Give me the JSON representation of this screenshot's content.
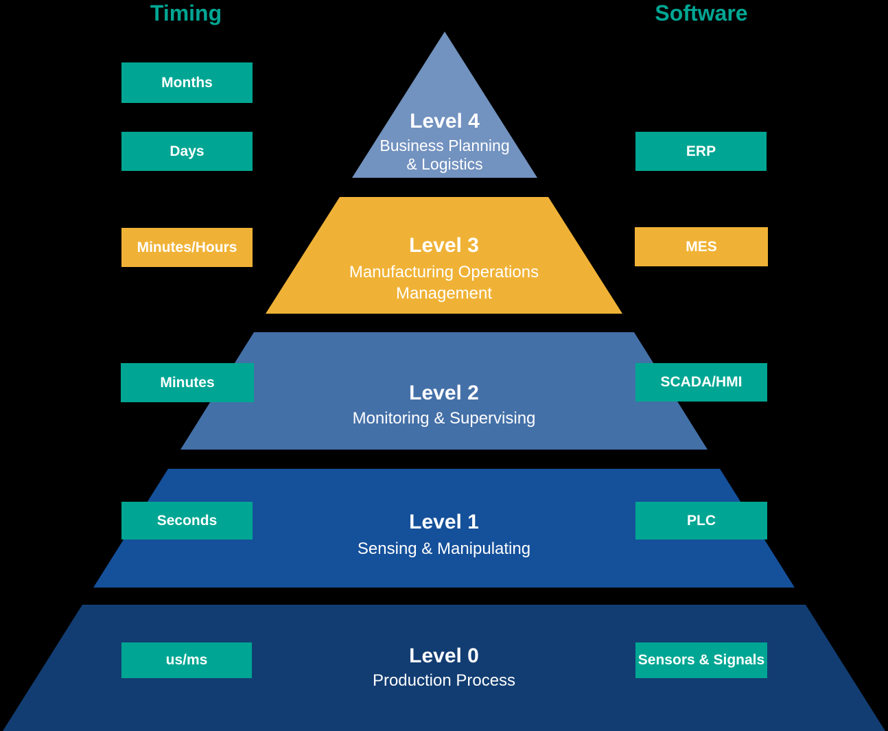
{
  "headers": {
    "left": "Timing",
    "right": "Software"
  },
  "colors": {
    "teal": "#00A693",
    "yellow": "#F0B236",
    "level4_blue": "#7292BF",
    "level2_blue": "#4470A8",
    "level1_blue": "#15509A",
    "level0_blue": "#123D72",
    "text": "#FFFFFF",
    "background": "#000000"
  },
  "levels": [
    {
      "name": "Level 4",
      "desc_lines": [
        "Business Planning",
        "& Logistics"
      ],
      "color": "#7292BF"
    },
    {
      "name": "Level 3",
      "desc_lines": [
        "Manufacturing Operations",
        "Management"
      ],
      "color": "#F0B236"
    },
    {
      "name": "Level 2",
      "desc_lines": [
        "Monitoring & Supervising"
      ],
      "color": "#4470A8"
    },
    {
      "name": "Level 1",
      "desc_lines": [
        "Sensing & Manipulating"
      ],
      "color": "#15509A"
    },
    {
      "name": "Level 0",
      "desc_lines": [
        "Production Process"
      ],
      "color": "#123D72"
    }
  ],
  "timing_badges": [
    {
      "label": "Months",
      "color": "#00A693"
    },
    {
      "label": "Days",
      "color": "#00A693"
    },
    {
      "label": "Minutes/Hours",
      "color": "#F0B236"
    },
    {
      "label": "Minutes",
      "color": "#00A693"
    },
    {
      "label": "Seconds",
      "color": "#00A693"
    },
    {
      "label": "us/ms",
      "color": "#00A693"
    }
  ],
  "software_badges": [
    {
      "label": "ERP",
      "color": "#00A693"
    },
    {
      "label": "MES",
      "color": "#F0B236"
    },
    {
      "label": "SCADA/HMI",
      "color": "#00A693"
    },
    {
      "label": "PLC",
      "color": "#00A693"
    },
    {
      "label": "Sensors & Signals",
      "color": "#00A693"
    }
  ]
}
